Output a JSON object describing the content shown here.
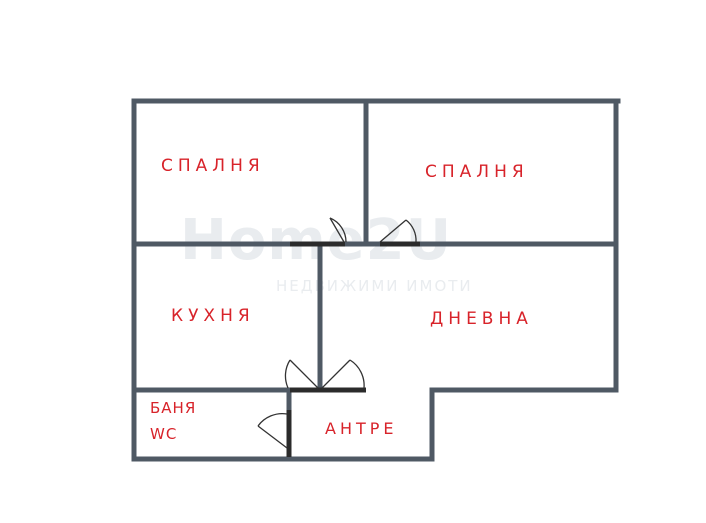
{
  "watermark": {
    "logo_text": "Home2U",
    "tagline": "НЕДВИЖИМИ ИМОТИ"
  },
  "rooms": {
    "bedroom_left": "СПАЛНЯ",
    "bedroom_right": "СПАЛНЯ",
    "kitchen": "КУХНЯ",
    "living_room": "ДНЕВНА",
    "bathroom_line1": "БАНЯ",
    "bathroom_line2": "WC",
    "hallway": "АНТРЕ"
  },
  "colors": {
    "wall": "#4f5964",
    "label": "#d8232a",
    "door": "#333333",
    "watermark": "#e9ecef"
  }
}
